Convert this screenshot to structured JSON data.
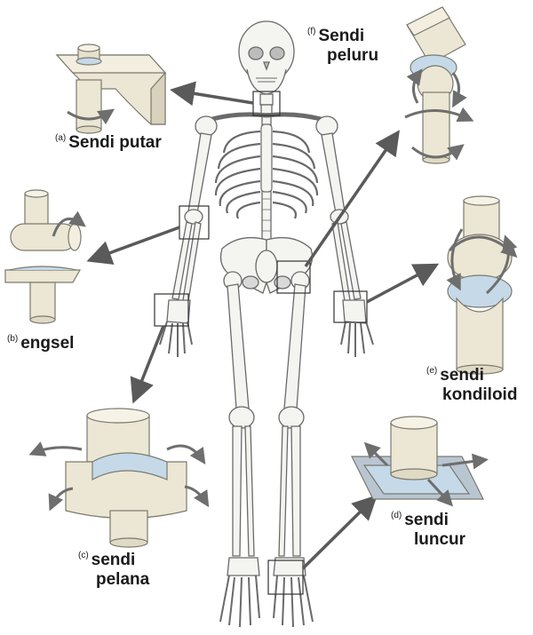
{
  "joints": [
    {
      "id": "pivot",
      "letter": "(a)",
      "line1": "Sendi putar",
      "line2": ""
    },
    {
      "id": "hinge",
      "letter": "(b)",
      "line1": "engsel",
      "line2": ""
    },
    {
      "id": "saddle",
      "letter": "(c)",
      "line1": "sendi",
      "line2": "pelana"
    },
    {
      "id": "plane",
      "letter": "(d)",
      "line1": "sendi",
      "line2": "luncur"
    },
    {
      "id": "condyloid",
      "letter": "(e)",
      "line1": "sendi",
      "line2": "kondiloid"
    },
    {
      "id": "ball",
      "letter": "(f)",
      "line1": "Sendi",
      "line2": "peluru"
    }
  ],
  "colors": {
    "bone_fill": "#f4f4f0",
    "bone_stroke": "#6a6a6a",
    "joint_fill": "#ece6d4",
    "joint_shade": "#cfc8b2",
    "cartilage": "#c5d9e8",
    "arrow": "#5a5a5a",
    "text": "#1a1a1a"
  }
}
